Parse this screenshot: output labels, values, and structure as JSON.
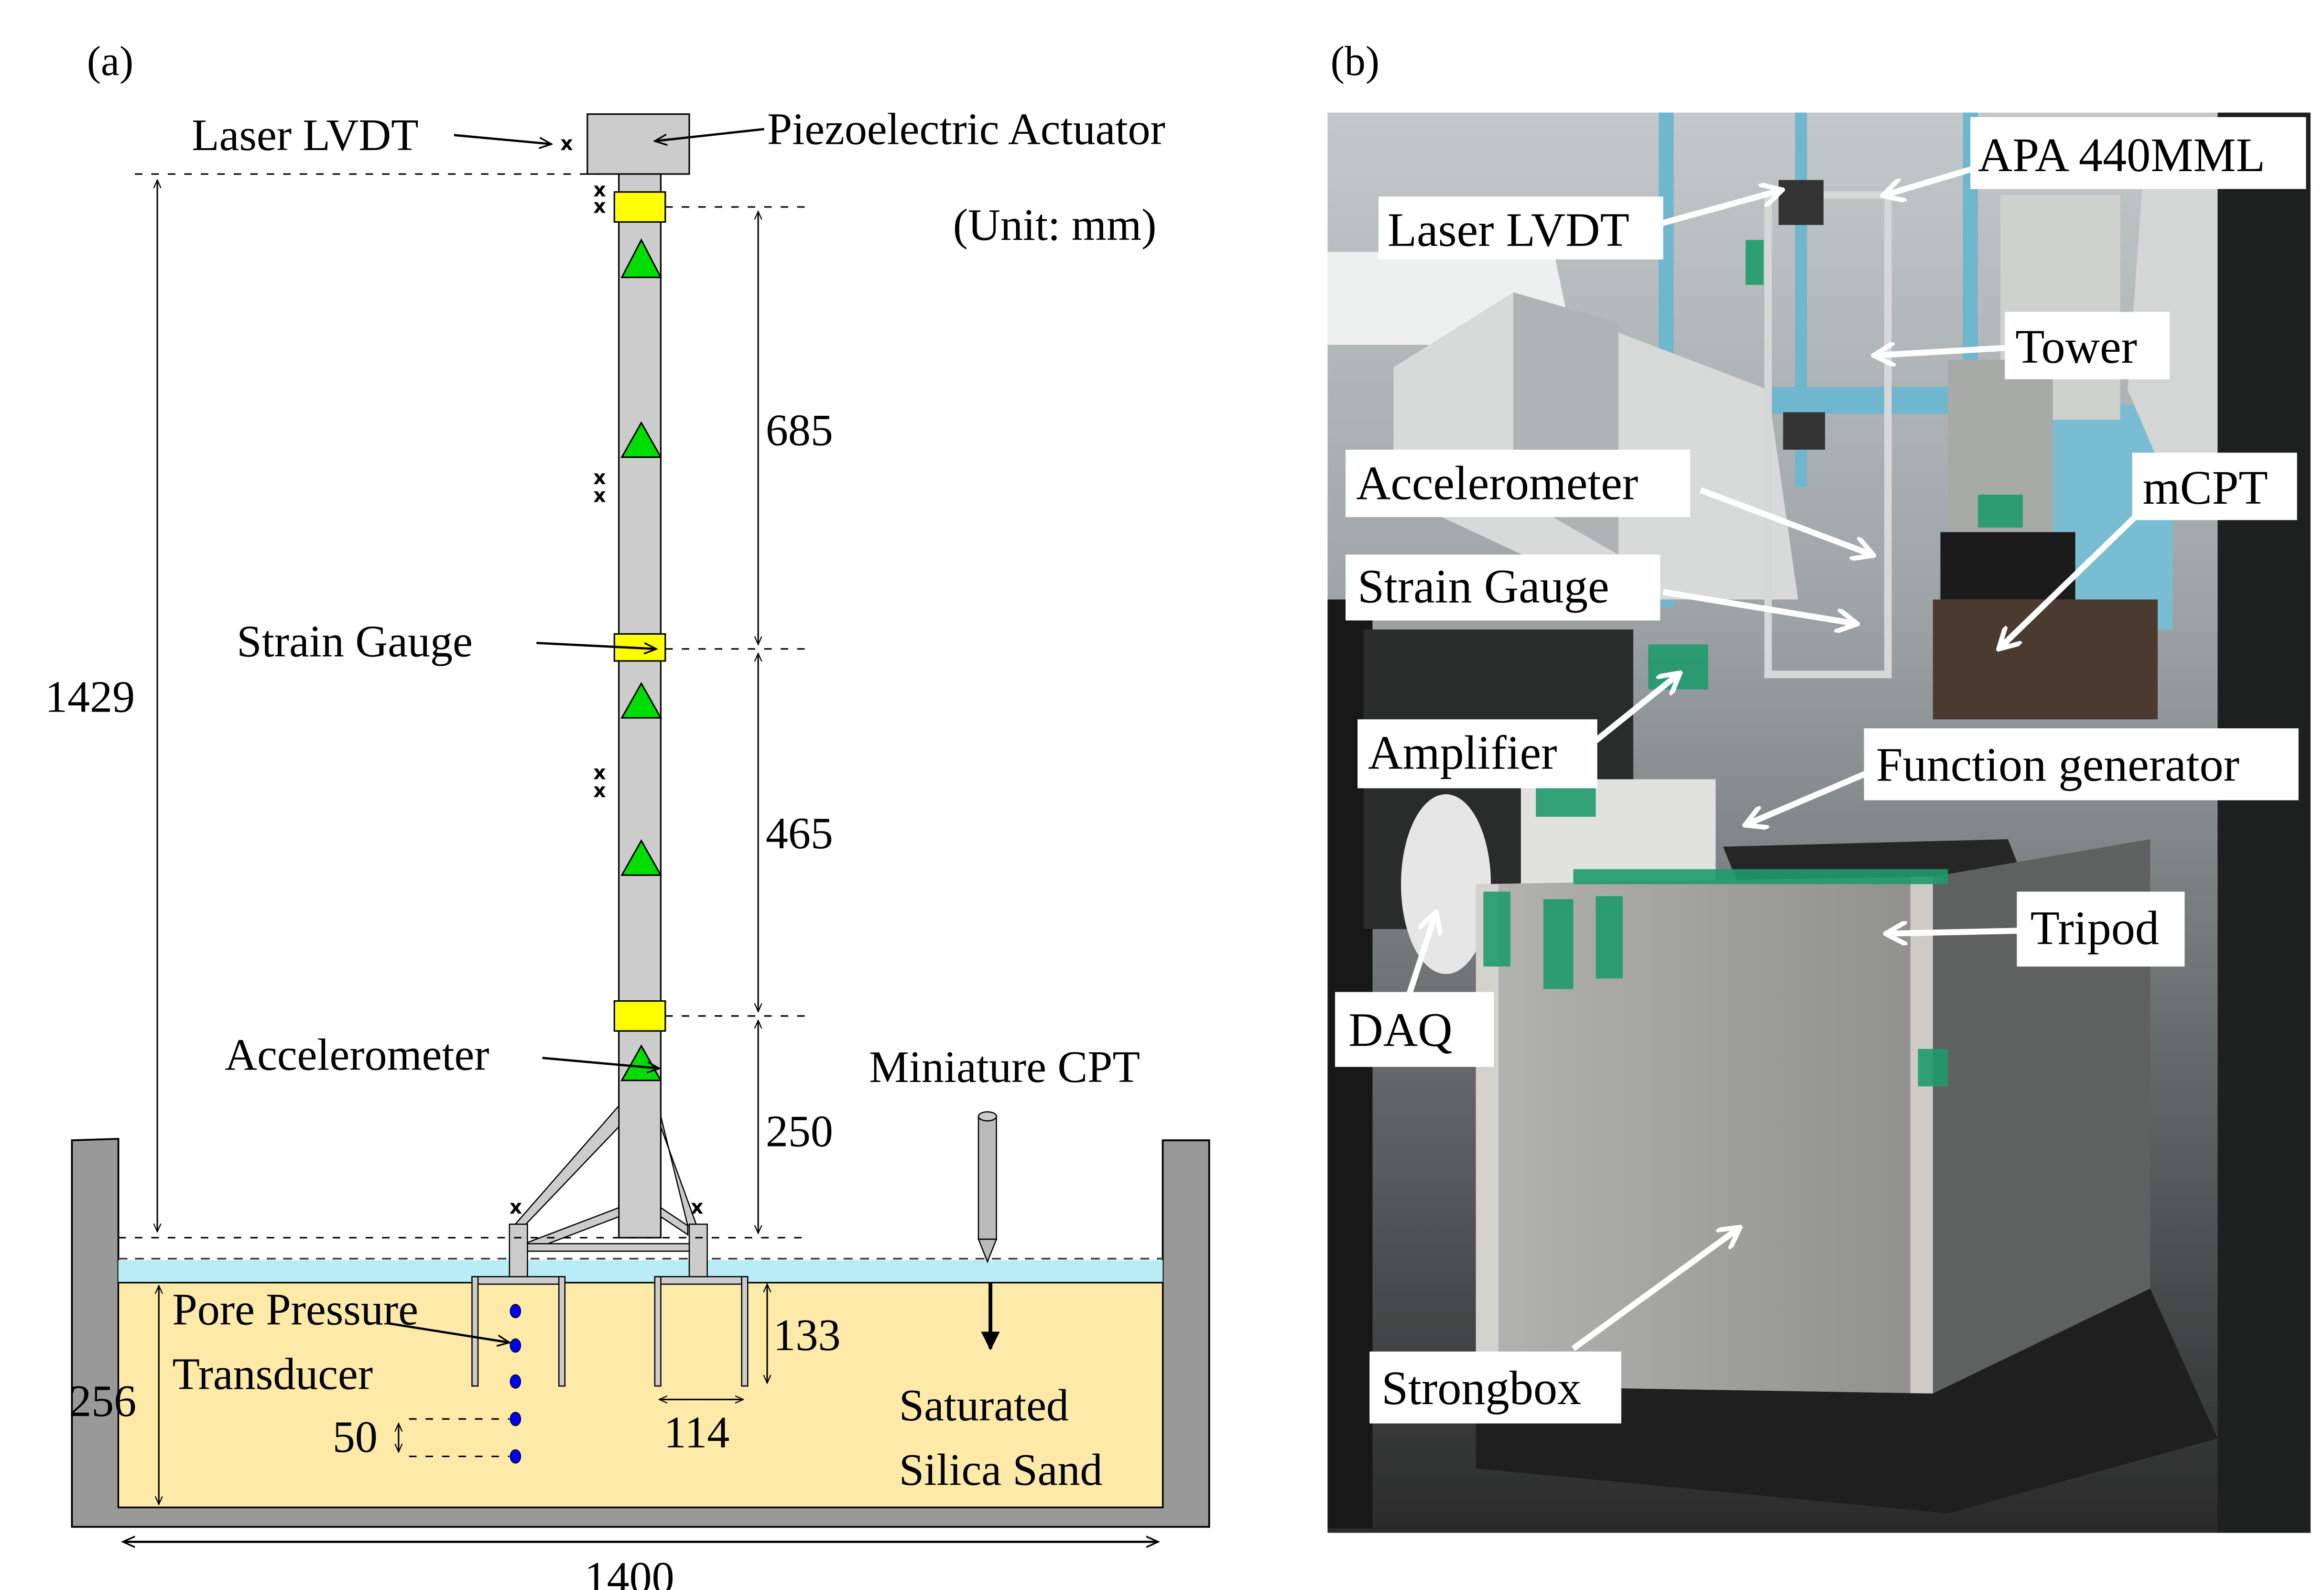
{
  "panel_a": {
    "label": "(a)",
    "unit_note": "(Unit: mm)",
    "labels": {
      "laser_lvdt": "Laser LVDT",
      "piezo_actuator": "Piezoelectric Actuator",
      "strain_gauge": "Strain Gauge",
      "accelerometer": "Accelerometer",
      "miniature_cpt": "Miniature CPT",
      "pore_pressure_1": "Pore Pressure",
      "pore_pressure_2": "Transducer",
      "sand_1": "Saturated",
      "sand_2": "Silica Sand"
    },
    "dimensions": {
      "tower_height": "1429",
      "seg_top": "685",
      "seg_mid": "465",
      "seg_bottom": "250",
      "soil_depth": "256",
      "bucket_depth": "133",
      "bucket_width": "114",
      "ppt_spacing": "50",
      "box_width": "1400"
    },
    "colors": {
      "tower": "#cccccc",
      "strain_gauge": "#ffff00",
      "accelerometer": "#00dd00",
      "ppt": "#0000ee",
      "water": "#b8ecf7",
      "sand": "#fdeaa8",
      "box": "#999999"
    }
  },
  "panel_b": {
    "label": "(b)",
    "callouts": [
      "APA 440MML",
      "Laser LVDT",
      "Tower",
      "Accelerometer",
      "mCPT",
      "Strain Gauge",
      "Amplifier",
      "Function generator",
      "Tripod",
      "DAQ",
      "Strongbox"
    ]
  }
}
